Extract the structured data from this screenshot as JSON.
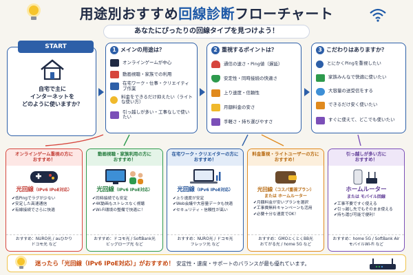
{
  "header": {
    "title_a": "用途別おすすめ",
    "title_b": "回線診断",
    "title_c": "フローチャート",
    "subtitle": "あなたにぴったりの回線タイプを見つけよう！"
  },
  "start": {
    "label": "START",
    "question": "自宅で主に\nインターネットを\nどのように使いますか？"
  },
  "steps": [
    {
      "num": "1",
      "title": "メインの用途は？",
      "options": [
        "オンラインゲームが中心",
        "動画視聴・家族での利用",
        "在宅ワーク・仕事・クリエイティブ作業",
        "料金をできるだけ抑えたい（ライトな使い方）",
        "引っ越しが多い・工事なしで使いたい"
      ]
    },
    {
      "num": "2",
      "title": "重視するポイントは？",
      "options": [
        "通信の速さ・Ping値（遅延）",
        "安定性・同時接続の快適さ",
        "上り速度・信頼性",
        "月額料金の安さ",
        "手軽さ・持ち運びやすさ"
      ]
    },
    {
      "num": "3",
      "title": "こだわりはありますか？",
      "options": [
        "とにかくPingを重視したい",
        "家族みんなで快適に使いたい",
        "大容量の送受信をする",
        "できるだけ安く使いたい",
        "すぐに使えて、どこでも使いたい"
      ]
    }
  ],
  "results": [
    {
      "head": "オンラインゲーム重視の方に\nおすすめ！",
      "name": "光回線",
      "sub": "（IPv6 IPoE対応）",
      "points": [
        "低Pingでラグが少ない",
        "安定した高速通信",
        "有線接続でさらに快適"
      ],
      "foot": "おすすめ：NURO光 / auひかり\nドコモ光 など"
    },
    {
      "head": "動画視聴・家族利用の方に\nおすすめ！",
      "name": "光回線",
      "sub": "（IPv6 IPoE対応）",
      "points": [
        "同時接続でも安定",
        "4K動画もストレスなく視聴",
        "Wi-Fi環境の整備で快適に！"
      ],
      "foot": "おすすめ：ドコモ光 / SoftBank光\nビッグローブ光 など"
    },
    {
      "head": "在宅ワーク・クリエイターの方に\nおすすめ！",
      "name": "光回線",
      "sub": "（IPv6 IPoE対応）",
      "points": [
        "上り速度が安定",
        "Web会議や大容量データも快適",
        "セキュリティ・信頼性が高い"
      ],
      "foot": "おすすめ：NURO光 / ドコモ光\nフレッツ光 など"
    },
    {
      "head": "料金重視・ライトユーザーの方に\nおすすめ！",
      "name": "光回線",
      "sub": "（コスパ重視プラン）\nまたは ホームルーター",
      "points": [
        "月額料金が安いプランを選択",
        "工事費無料キャンペーンも活用",
        "必要十分な速度でOK！"
      ],
      "foot": "おすすめ：GMOとくとくBB光\nおてがる光 / home 5G など"
    },
    {
      "head": "引っ越しが多い方に\nおすすめ！",
      "name": "ホームルーター",
      "sub": "または モバイル回線",
      "points": [
        "工事不要ですぐ使える",
        "引っ越し先でもそのまま使える",
        "持ち運び可能で便利！"
      ],
      "foot": "おすすめ：home 5G / SoftBank Air\nモバイルWi-Fi など"
    }
  ],
  "banner": {
    "lead": "迷ったら「光回線（IPv6 IPoE対応）」がおすすめ！",
    "rest": "安定性・速度・サポートのバランスが最も優れています。"
  },
  "colors": {
    "primary": "#2d5fa8",
    "red": "#d6453d",
    "green": "#2e9a4d",
    "blue": "#2d5fa8",
    "orange": "#e08a1e",
    "purple": "#7b4fb8"
  }
}
